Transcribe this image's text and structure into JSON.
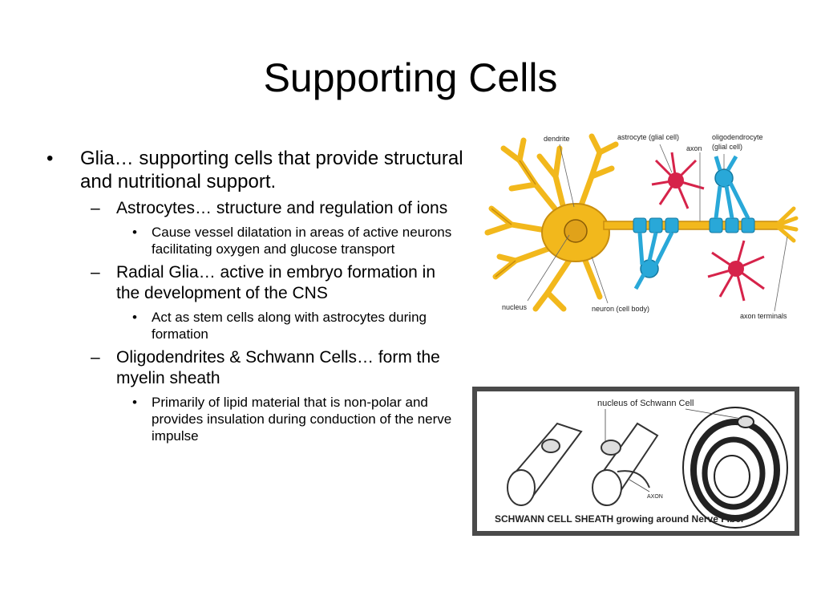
{
  "slide": {
    "title": "Supporting Cells"
  },
  "bullets": [
    {
      "level": 1,
      "text": "Glia… supporting cells that provide structural and nutritional support."
    },
    {
      "level": 2,
      "text": "Astrocytes… structure and regulation of ions"
    },
    {
      "level": 3,
      "text": "Cause vessel dilatation in areas of active neurons facilitating oxygen and glucose transport"
    },
    {
      "level": 2,
      "text": "Radial Glia… active in embryo formation in the development of the CNS"
    },
    {
      "level": 3,
      "text": "Act as stem cells along with astrocytes during formation"
    },
    {
      "level": 2,
      "text": "Oligodendrites & Schwann Cells… form the myelin sheath"
    },
    {
      "level": 3,
      "text": "Primarily of lipid material that is non-polar and provides insulation during conduction of the nerve impulse"
    }
  ],
  "bullet_glyphs": {
    "level1": "•",
    "level2": "–",
    "level3": "•"
  },
  "neuron_figure": {
    "labels": {
      "dendrite": "dendrite",
      "astrocyte": "astrocyte (glial cell)",
      "axon": "axon",
      "oligodendrocyte_line1": "oligodendrocyte",
      "oligodendrocyte_line2": "(glial cell)",
      "nucleus": "nucleus",
      "neuron": "neuron (cell body)",
      "axon_terminals": "axon terminals"
    },
    "colors": {
      "neuron": "#f2b81c",
      "astrocyte": "#d6234a",
      "oligodendrocyte": "#29a8d8"
    }
  },
  "schwann_figure": {
    "labels": {
      "nucleus": "nucleus of Schwann Cell",
      "axon": "AXON",
      "caption": "SCHWANN CELL SHEATH growing around Nerve Fiber"
    }
  }
}
